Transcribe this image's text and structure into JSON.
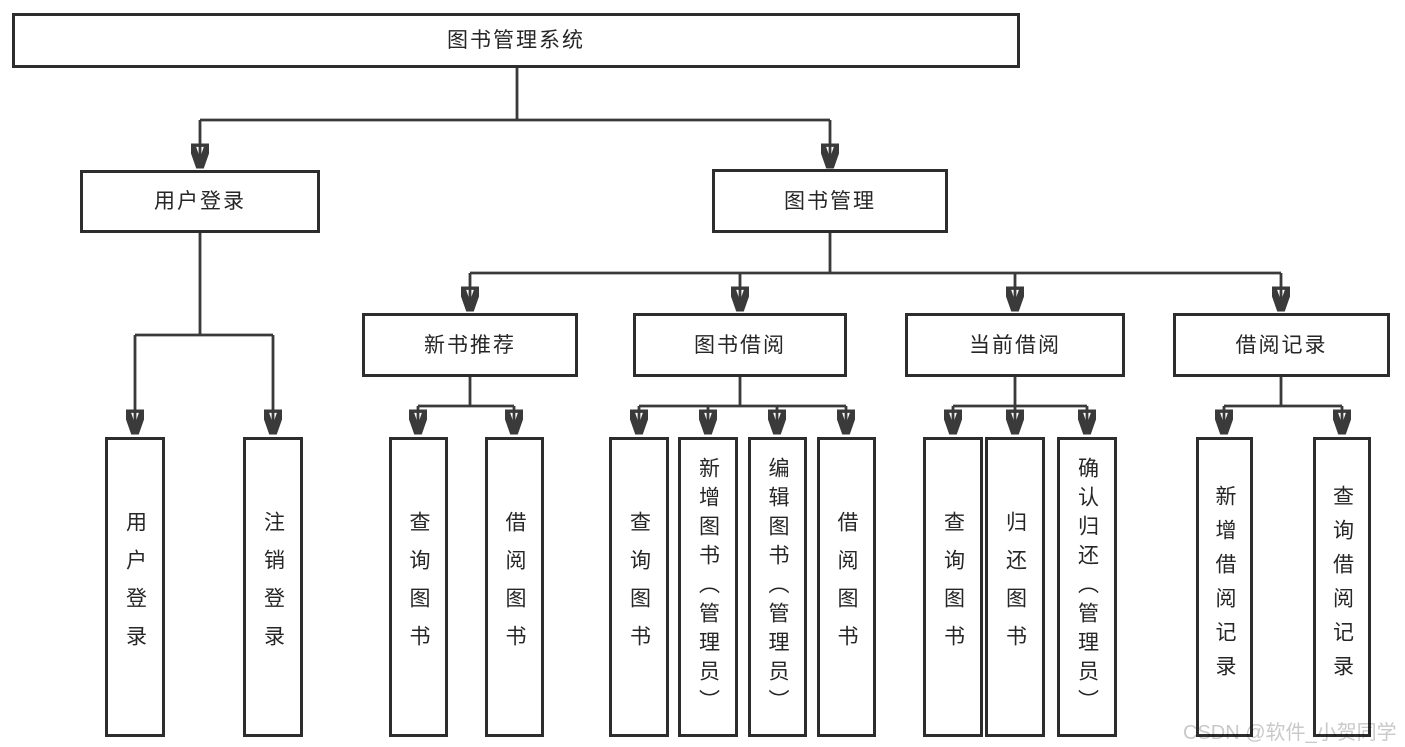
{
  "diagram_title": "图书管理系统",
  "tree": {
    "label": "图书管理系统",
    "children": [
      {
        "label": "用户登录",
        "children": [
          {
            "label": "用户登录"
          },
          {
            "label": "注销登录"
          }
        ]
      },
      {
        "label": "图书管理",
        "children": [
          {
            "label": "新书推荐",
            "children": [
              {
                "label": "查询图书"
              },
              {
                "label": "借阅图书"
              }
            ]
          },
          {
            "label": "图书借阅",
            "children": [
              {
                "label": "查询图书"
              },
              {
                "label": "新增图书（管理员）"
              },
              {
                "label": "编辑图书（管理员）"
              },
              {
                "label": "借阅图书"
              }
            ]
          },
          {
            "label": "当前借阅",
            "children": [
              {
                "label": "查询图书"
              },
              {
                "label": "归还图书"
              },
              {
                "label": "确认归还（管理员）"
              }
            ]
          },
          {
            "label": "借阅记录",
            "children": [
              {
                "label": "新增借阅记录"
              },
              {
                "label": "查询借阅记录"
              }
            ]
          }
        ]
      }
    ]
  },
  "watermark": "CSDN @软件_小贺同学",
  "colors": {
    "line": "#3a3a3a",
    "box_border": "#2d2d2d",
    "box_fill": "#ffffff",
    "text": "#262626",
    "watermark": "#c9c9c9",
    "background": "#ffffff"
  }
}
